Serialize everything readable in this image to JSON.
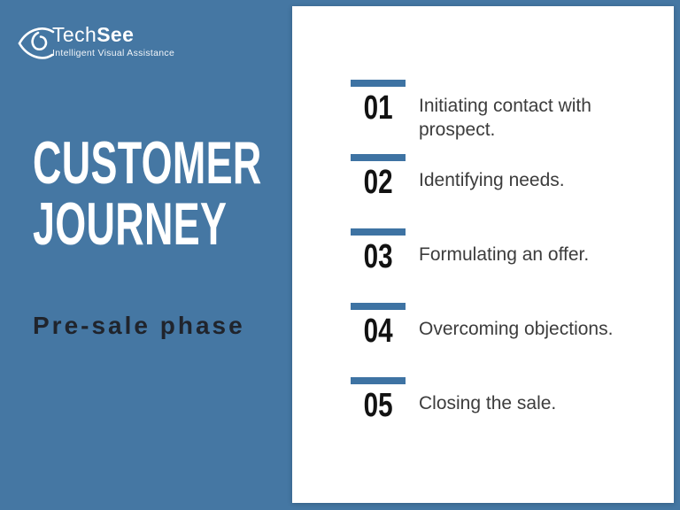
{
  "brand": {
    "name_light": "Tech",
    "name_bold": "See",
    "tagline": "Intelligent Visual Assistance"
  },
  "left": {
    "title_line1": "CUSTOMER",
    "title_line2": "JOURNEY",
    "subtitle": "Pre-sale phase"
  },
  "steps": [
    {
      "number": "01",
      "text": "Initiating contact with prospect."
    },
    {
      "number": "02",
      "text": "Identifying needs."
    },
    {
      "number": "03",
      "text": "Formulating an offer."
    },
    {
      "number": "04",
      "text": "Overcoming objections."
    },
    {
      "number": "05",
      "text": "Closing the sale."
    }
  ],
  "colors": {
    "background": "#4577A3",
    "accent_bar": "#3E73A3",
    "panel": "#FFFFFF",
    "title": "#FFFFFF",
    "subtitle": "#20242C",
    "step_number": "#121212",
    "step_text": "#3C3C3C"
  }
}
